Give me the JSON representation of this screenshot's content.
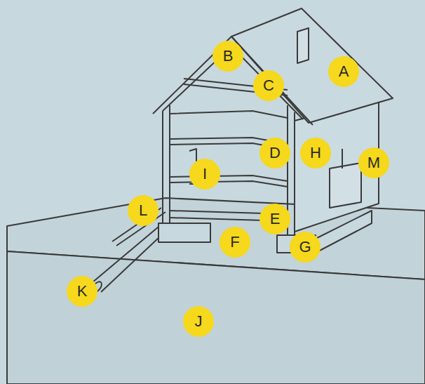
{
  "diagram": {
    "nodes": [
      {
        "text": [
          "B"
        ]
      },
      {
        "text": [
          "A"
        ]
      },
      {
        "text": [
          "C"
        ]
      },
      {
        "text": [
          "D"
        ]
      },
      {
        "text": [
          "H"
        ]
      },
      {
        "text": [
          "M"
        ]
      },
      {
        "text": [
          "I"
        ]
      },
      {
        "text": [
          "L"
        ]
      },
      {
        "text": [
          "E"
        ]
      },
      {
        "text": [
          "F"
        ]
      },
      {
        "text": [
          "G"
        ]
      },
      {
        "text": [
          "K"
        ]
      },
      {
        "text": [
          "J"
        ]
      }
    ]
  }
}
